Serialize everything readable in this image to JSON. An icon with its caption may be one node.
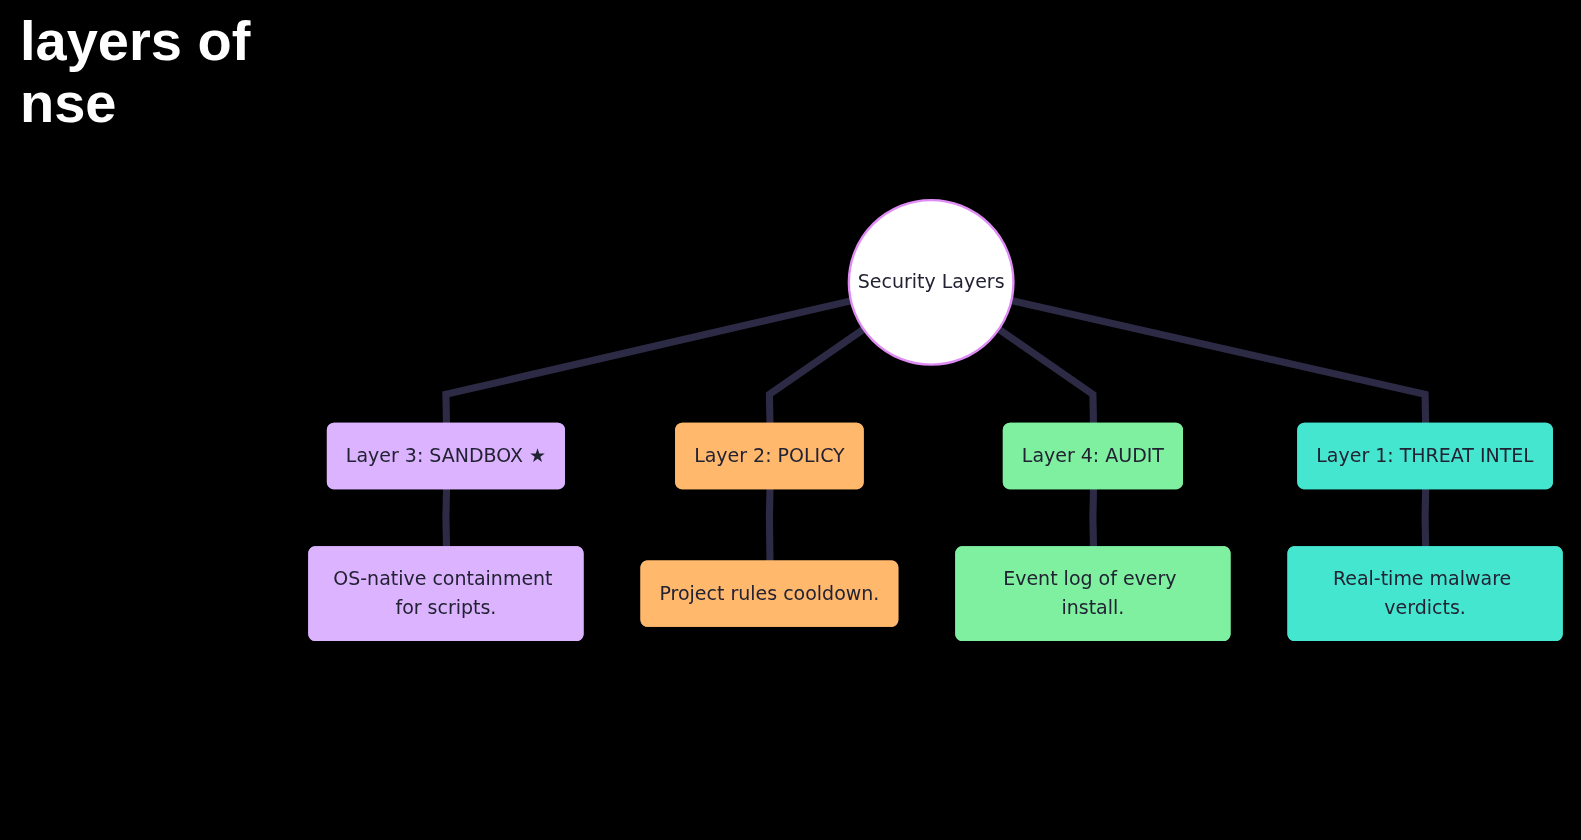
{
  "diagram": {
    "title": "layers of nse",
    "nodes": [
      {
        "text": [
          "Security Layers"
        ]
      },
      {
        "text": [
          "Layer 3: SANDBOX ★"
        ]
      },
      {
        "text": [
          "OS-native containment for scripts."
        ]
      },
      {
        "text": [
          "Layer 2: POLICY"
        ]
      },
      {
        "text": [
          "Project rules cooldown."
        ]
      },
      {
        "text": [
          "Layer 4: AUDIT"
        ]
      },
      {
        "text": [
          "Event log of every install."
        ]
      },
      {
        "text": [
          "Layer 1: THREAT INTEL"
        ]
      },
      {
        "text": [
          "Real-time malware verdicts."
        ]
      }
    ],
    "edges": [
      {
        "from": 0,
        "to": 1,
        "arrow": "none"
      },
      {
        "from": 1,
        "to": 2,
        "arrow": "none"
      },
      {
        "from": 0,
        "to": 3,
        "arrow": "none"
      },
      {
        "from": 3,
        "to": 4,
        "arrow": "none"
      },
      {
        "from": 0,
        "to": 5,
        "arrow": "none"
      },
      {
        "from": 5,
        "to": 6,
        "arrow": "none"
      },
      {
        "from": 0,
        "to": 7,
        "arrow": "none"
      },
      {
        "from": 7,
        "to": 8,
        "arrow": "none"
      }
    ]
  }
}
